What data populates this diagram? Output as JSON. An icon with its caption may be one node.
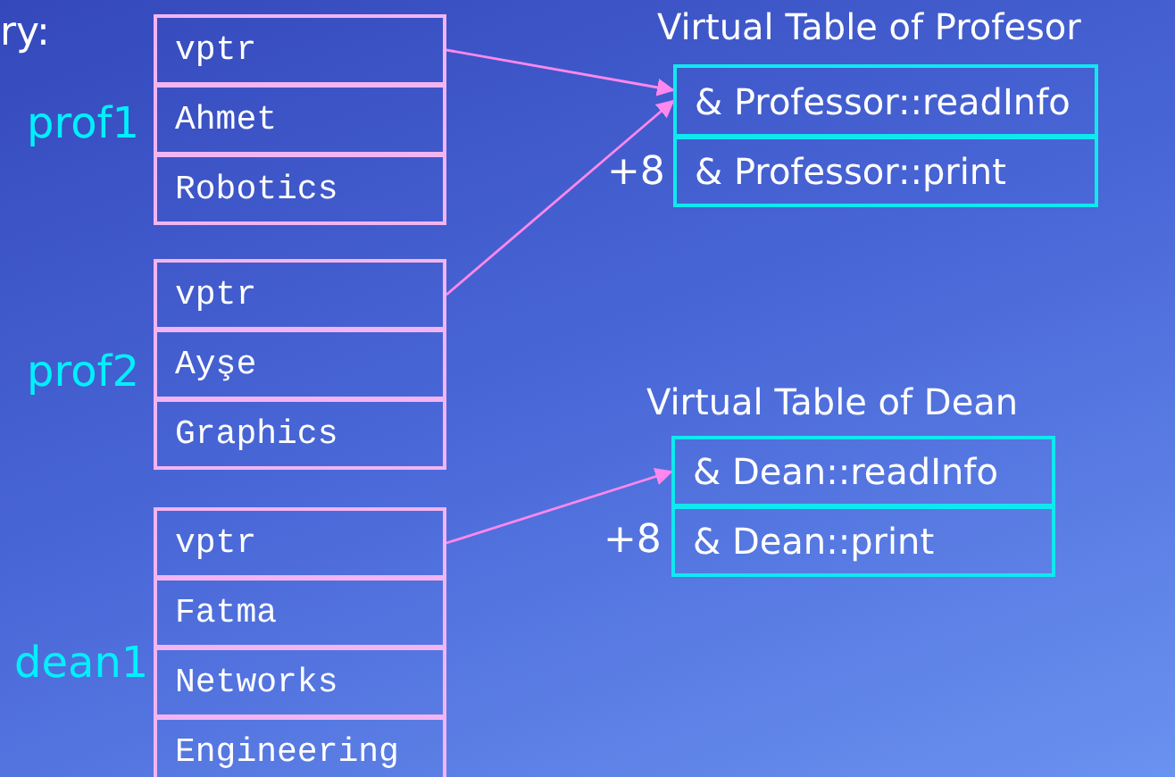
{
  "diagram": {
    "nodes": [
      {
        "text": [
          "vptr"
        ]
      },
      {
        "text": [
          "Ahmet"
        ]
      },
      {
        "text": [
          "Robotics"
        ]
      },
      {
        "text": [
          "vptr"
        ]
      },
      {
        "text": [
          "Ayşe"
        ]
      },
      {
        "text": [
          "Graphics"
        ]
      },
      {
        "text": [
          "vptr"
        ]
      },
      {
        "text": [
          "Fatma"
        ]
      },
      {
        "text": [
          "Networks"
        ]
      },
      {
        "text": [
          "Engineering"
        ]
      },
      {
        "text": [
          "& Professor::readInfo"
        ]
      },
      {
        "text": [
          "& Professor::print"
        ]
      },
      {
        "text": [
          "& Dean::readInfo"
        ]
      },
      {
        "text": [
          "& Dean::print"
        ]
      }
    ],
    "edges": [
      {
        "from": 0,
        "to": 10,
        "arrow": "to",
        "color": "#ff88ee"
      },
      {
        "from": 3,
        "to": 10,
        "arrow": "to",
        "color": "#ff88ee"
      },
      {
        "from": 6,
        "to": 12,
        "arrow": "to",
        "color": "#ff88ee"
      }
    ],
    "labels": [
      "ry:",
      "Virtual Table of Profesor",
      "prof1",
      "+8",
      "prof2",
      "Virtual Table of Dean",
      "+8",
      "dean1"
    ]
  }
}
